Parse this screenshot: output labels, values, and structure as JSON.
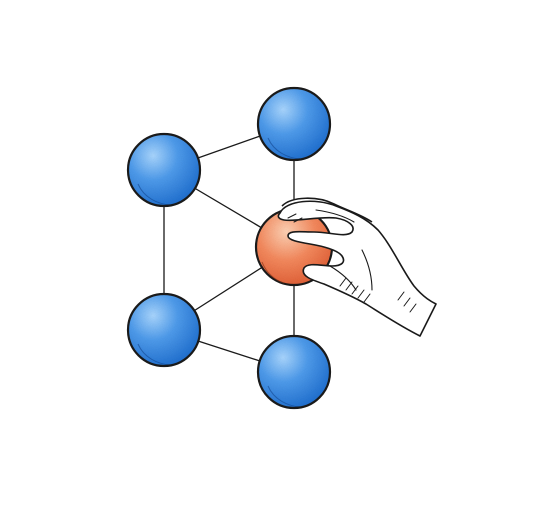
{
  "diagram": {
    "nodes": [
      {
        "id": "top-right",
        "role": "node"
      },
      {
        "id": "top-left",
        "role": "node"
      },
      {
        "id": "center",
        "role": "selected-node"
      },
      {
        "id": "bottom-left",
        "role": "node"
      },
      {
        "id": "bottom-right",
        "role": "node"
      }
    ],
    "edges": [
      [
        "top-left",
        "top-right"
      ],
      [
        "top-right",
        "center"
      ],
      [
        "top-left",
        "center"
      ],
      [
        "top-left",
        "bottom-left"
      ],
      [
        "bottom-left",
        "center"
      ],
      [
        "bottom-left",
        "bottom-right"
      ],
      [
        "center",
        "bottom-right"
      ]
    ],
    "colors": {
      "node_fill": "#3f8fe6",
      "node_highlight": "#9fd0ff",
      "selected_fill": "#f27f55",
      "selected_highlight": "#ffc9a8",
      "stroke": "#1a1a1a",
      "background": "#ffffff"
    },
    "icons": {
      "hand": "hand-grab-icon"
    }
  }
}
